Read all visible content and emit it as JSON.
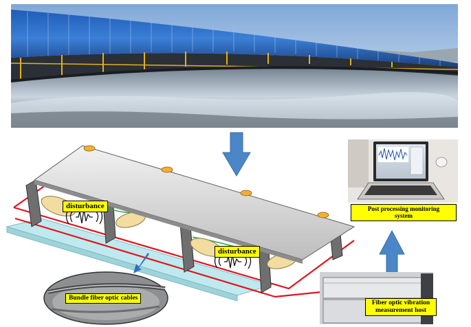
{
  "labels": {
    "disturbance_left": "disturbance",
    "disturbance_right": "disturbance",
    "post_processing": "Post processing monitoring system",
    "post_processing_line1": "Post processing monitoring",
    "post_processing_line2": "system",
    "bundle_cables": "Bundle fiber optic cables",
    "host_line1": "Fiber optic vibration",
    "host_line2": "measurement host"
  },
  "colors": {
    "label_fill": "#ffff00",
    "fiber_line": "#e0141e",
    "flow_arrow": "#4a86c8",
    "roof_panel": "#dcdcdc",
    "roller": "#f2dca0",
    "base_rail": "#bfe9ee"
  },
  "icons": {
    "flow_arrow_down": "arrow-down-icon",
    "flow_arrow_up": "arrow-up-icon",
    "vibration": "vibration-wave-icon"
  }
}
